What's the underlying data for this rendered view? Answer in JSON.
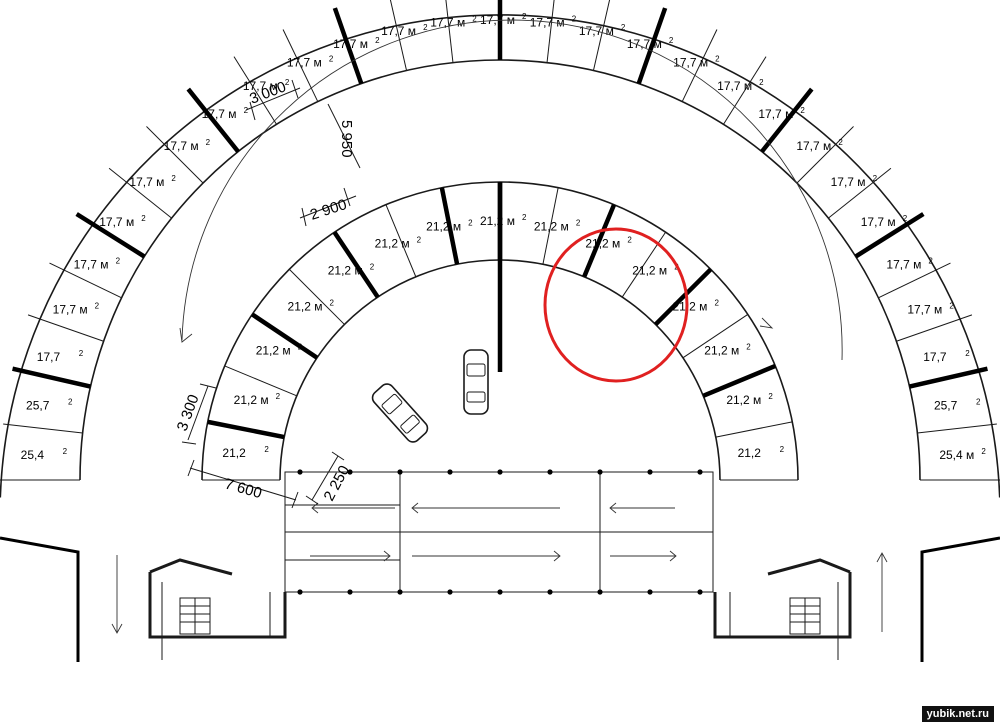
{
  "outer_ring": {
    "left_spaces": [
      "25,4",
      "25,7",
      "17,7",
      "17,7 м",
      "17,7 м",
      "17,7 м",
      "17,7 м",
      "17,7 м",
      "17,7 м",
      "17,7 м",
      "17,7 м",
      "17,7 м"
    ],
    "top_spaces": [
      "17,7 м",
      "17,7 м",
      "17,7 м",
      "17,7 м",
      "17,7 м",
      "17,7 м",
      "17,7 м"
    ],
    "right_spaces": [
      "17,7 м",
      "17,7 м",
      "17,7 м",
      "17,7 м",
      "17,7 м",
      "17,7 м",
      "17,7 м",
      "17,7",
      "25,7",
      "25,4 м"
    ],
    "unit_suffix": "2"
  },
  "inner_ring": {
    "left_spaces": [
      "21,2",
      "21,2 м",
      "21,2 м",
      "21,2 м",
      "21,2 м",
      "21,2 м",
      "21,2 м"
    ],
    "right_spaces": [
      "21,2 м",
      "21,2 м",
      "21,2 м",
      "21,2 м",
      "21,2 м",
      "21,2 м",
      "21,2 м",
      "21,2"
    ],
    "unit_suffix": "2"
  },
  "dimensions": {
    "outer_width": "3 000",
    "outer_depth": "5 950",
    "aisle": "2 900",
    "inner_width": "3 300",
    "inner_depth": "7 600",
    "gap": "2 250"
  },
  "highlight": {
    "color": "#e02020"
  },
  "watermark": "yubik.net.ru"
}
